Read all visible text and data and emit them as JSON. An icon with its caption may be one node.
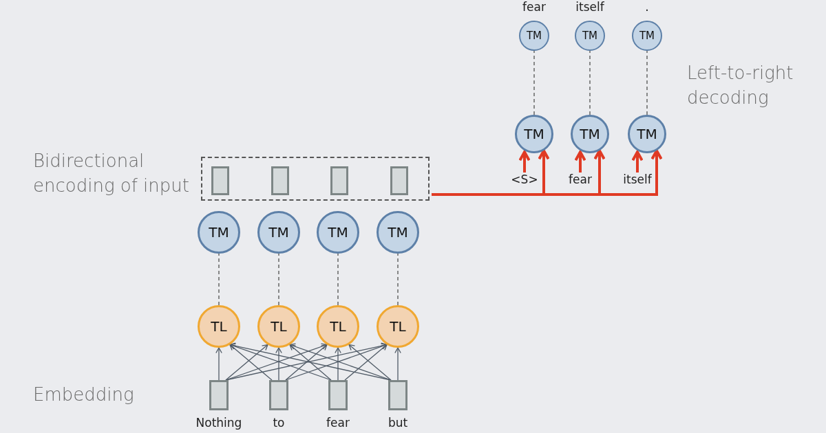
{
  "diagram": {
    "nodes": [
      {
        "text": [],
        "shape": "box",
        "beside": [
          "Nothing"
        ]
      },
      {
        "text": [],
        "shape": "box",
        "beside": [
          "to"
        ]
      },
      {
        "text": [],
        "shape": "box",
        "beside": [
          "fear"
        ]
      },
      {
        "text": [],
        "shape": "box",
        "beside": [
          "but"
        ]
      },
      {
        "text": [
          "TL"
        ]
      },
      {
        "text": [
          "TL"
        ]
      },
      {
        "text": [
          "TL"
        ]
      },
      {
        "text": [
          "TL"
        ]
      },
      {
        "text": [
          "TM"
        ]
      },
      {
        "text": [
          "TM"
        ]
      },
      {
        "text": [
          "TM"
        ]
      },
      {
        "text": [
          "TM"
        ]
      },
      {
        "text": [],
        "shape": "box"
      },
      {
        "text": [],
        "shape": "box",
        "in": 12
      },
      {
        "text": [],
        "shape": "box",
        "in": 12
      },
      {
        "text": [],
        "shape": "box",
        "in": 12
      },
      {
        "text": [],
        "shape": "box",
        "in": 12
      },
      {
        "text": [
          "TM"
        ]
      },
      {
        "text": [
          "TM"
        ]
      },
      {
        "text": [
          "TM"
        ]
      },
      {
        "text": [
          "TM"
        ],
        "beside": [
          "fear"
        ]
      },
      {
        "text": [
          "TM"
        ],
        "beside": [
          "itself"
        ]
      },
      {
        "text": [
          "TM"
        ],
        "beside": [
          "."
        ]
      },
      {
        "text": [
          "<S>"
        ]
      },
      {
        "text": [
          "fear"
        ]
      },
      {
        "text": [
          "itself"
        ]
      }
    ],
    "edges": [
      {
        "from": 0,
        "to": 4,
        "arrow": "to"
      },
      {
        "from": 0,
        "to": 5,
        "arrow": "to"
      },
      {
        "from": 0,
        "to": 6,
        "arrow": "to"
      },
      {
        "from": 0,
        "to": 7,
        "arrow": "to"
      },
      {
        "from": 1,
        "to": 4,
        "arrow": "to"
      },
      {
        "from": 1,
        "to": 5,
        "arrow": "to"
      },
      {
        "from": 1,
        "to": 6,
        "arrow": "to"
      },
      {
        "from": 1,
        "to": 7,
        "arrow": "to"
      },
      {
        "from": 2,
        "to": 4,
        "arrow": "to"
      },
      {
        "from": 2,
        "to": 5,
        "arrow": "to"
      },
      {
        "from": 2,
        "to": 6,
        "arrow": "to"
      },
      {
        "from": 2,
        "to": 7,
        "arrow": "to"
      },
      {
        "from": 3,
        "to": 4,
        "arrow": "to"
      },
      {
        "from": 3,
        "to": 5,
        "arrow": "to"
      },
      {
        "from": 3,
        "to": 6,
        "arrow": "to"
      },
      {
        "from": 3,
        "to": 7,
        "arrow": "to"
      },
      {
        "from": 4,
        "to": 8,
        "arrow": "none",
        "style": "dashed"
      },
      {
        "from": 5,
        "to": 9,
        "arrow": "none",
        "style": "dashed"
      },
      {
        "from": 6,
        "to": 10,
        "arrow": "none",
        "style": "dashed"
      },
      {
        "from": 7,
        "to": 11,
        "arrow": "none",
        "style": "dashed"
      },
      {
        "from": 17,
        "to": 20,
        "arrow": "none",
        "style": "dashed"
      },
      {
        "from": 18,
        "to": 21,
        "arrow": "none",
        "style": "dashed"
      },
      {
        "from": 19,
        "to": 22,
        "arrow": "none",
        "style": "dashed"
      },
      {
        "from": 12,
        "to": 17,
        "arrow": "to",
        "style": "thick",
        "color": "#e03a24"
      },
      {
        "from": 12,
        "to": 18,
        "arrow": "to",
        "style": "thick",
        "color": "#e03a24"
      },
      {
        "from": 12,
        "to": 19,
        "arrow": "to",
        "style": "thick",
        "color": "#e03a24"
      },
      {
        "from": 23,
        "to": 17,
        "arrow": "to",
        "style": "thick",
        "color": "#e03a24"
      },
      {
        "from": 24,
        "to": 18,
        "arrow": "to",
        "style": "thick",
        "color": "#e03a24"
      },
      {
        "from": 25,
        "to": 19,
        "arrow": "to",
        "style": "thick",
        "color": "#e03a24"
      }
    ],
    "labels": [
      "Left-to-right decoding",
      "Bidirectional encoding of input",
      "Embedding"
    ]
  }
}
